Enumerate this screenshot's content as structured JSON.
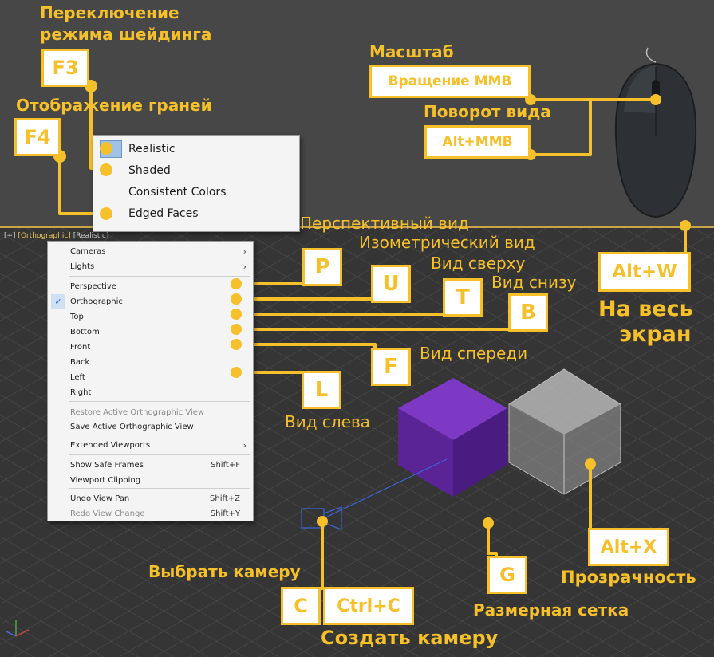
{
  "colors": {
    "accent": "#f6c02a",
    "purple": "#6a2ba8",
    "viewport_bg": "#353535"
  },
  "viewport_label": {
    "plus": "[+]",
    "mode": "Orthographic",
    "shading": "Realistic"
  },
  "annotations": {
    "shading_switch_1": "Переключение",
    "shading_switch_2": "режима шейдинга",
    "edge_display": "Отображение граней",
    "zoom": "Масштаб",
    "orbit": "Поворот вида",
    "perspective": "Перспективный вид",
    "isometric": "Изометрический вид",
    "top": "Вид сверху",
    "bottom": "Вид снизу",
    "front": "Вид спереди",
    "left": "Вид слева",
    "fullscreen_1": "На весь",
    "fullscreen_2": "экран",
    "select_camera": "Выбрать камеру",
    "create_camera": "Создать камеру",
    "grid": "Размерная сетка",
    "transparency": "Прозрачность"
  },
  "keys": {
    "f3": "F3",
    "f4": "F4",
    "mmb_rotate": "Вращение MMB",
    "alt_mmb": "Alt+MMB",
    "p": "P",
    "u": "U",
    "t": "T",
    "b": "B",
    "f": "F",
    "l": "L",
    "alt_w": "Alt+W",
    "alt_x": "Alt+X",
    "g": "G",
    "c": "C",
    "ctrl_c": "Ctrl+C"
  },
  "shading_menu": {
    "items": [
      "Realistic",
      "Shaded",
      "Consistent Colors",
      "Edged Faces"
    ]
  },
  "view_menu": {
    "items": [
      {
        "label": "Cameras",
        "arrow": "›"
      },
      {
        "label": "Lights",
        "arrow": "›"
      },
      {
        "label": "Perspective"
      },
      {
        "label": "Orthographic",
        "checked": true
      },
      {
        "label": "Top"
      },
      {
        "label": "Bottom"
      },
      {
        "label": "Front"
      },
      {
        "label": "Back"
      },
      {
        "label": "Left"
      },
      {
        "label": "Right"
      },
      {
        "label": "Restore Active Orthographic View",
        "disabled": true
      },
      {
        "label": "Save Active Orthographic View"
      },
      {
        "label": "Extended Viewports",
        "arrow": "›"
      },
      {
        "label": "Show Safe Frames",
        "shortcut": "Shift+F"
      },
      {
        "label": "Viewport Clipping"
      },
      {
        "label": "Undo View Pan",
        "shortcut": "Shift+Z"
      },
      {
        "label": "Redo View Change",
        "shortcut": "Shift+Y",
        "disabled": true
      }
    ],
    "check_mark": "✓"
  }
}
